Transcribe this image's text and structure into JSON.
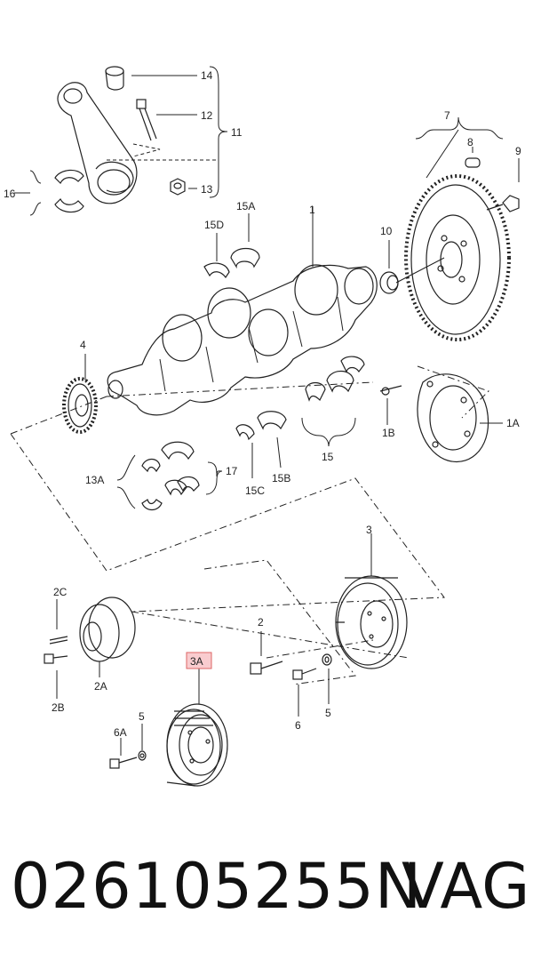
{
  "callouts": {
    "c14": "14",
    "c12": "12",
    "c11": "11",
    "c13": "13",
    "c16": "16",
    "c7": "7",
    "c8": "8",
    "c9": "9",
    "c15A": "15A",
    "c15D": "15D",
    "c1": "1",
    "c10": "10",
    "c4": "4",
    "c1B": "1B",
    "c1A": "1A",
    "c15": "15",
    "c15B": "15B",
    "c15C": "15C",
    "c13A": "13A",
    "c17": "17",
    "c3": "3",
    "c2C": "2C",
    "c2A": "2A",
    "c2B": "2B",
    "c2": "2",
    "c3A": "3A",
    "c5a": "5",
    "c5b": "5",
    "c6": "6",
    "c6A": "6A"
  },
  "highlight_color": "#f4a3a8",
  "footer": {
    "part_number": "026105255N",
    "brand": "VAG"
  }
}
